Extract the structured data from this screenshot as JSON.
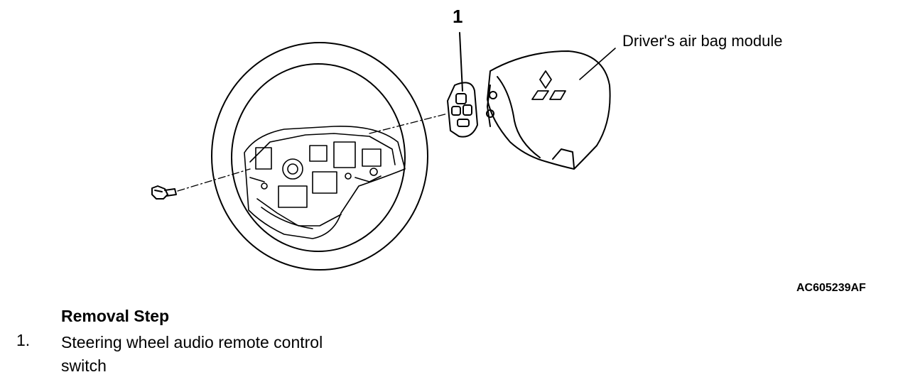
{
  "figure": {
    "callout_number": "1",
    "callout_label": "Driver's air bag module",
    "figure_code": "AC605239AF"
  },
  "removal": {
    "heading": "Removal Step",
    "steps": [
      {
        "number": "1.",
        "text": "Steering wheel audio remote control switch"
      }
    ]
  }
}
